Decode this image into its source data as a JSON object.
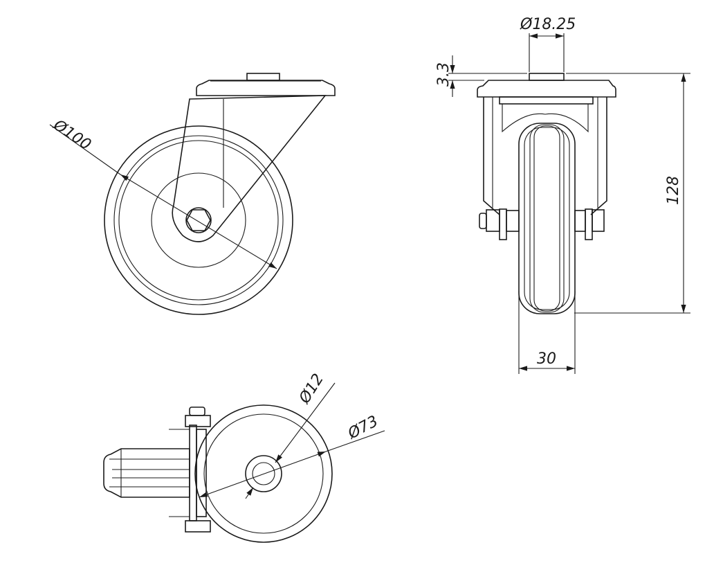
{
  "drawing": {
    "dimensions": {
      "wheel_diameter": "Ø100",
      "top_plate_bolt_diameter": "Ø18.25",
      "plate_thickness": "3.3",
      "overall_height": "128",
      "wheel_width": "30",
      "axle_diameter": "Ø12",
      "hub_diameter": "Ø73"
    },
    "line_color": "#1a1a1a",
    "background": "#ffffff"
  }
}
